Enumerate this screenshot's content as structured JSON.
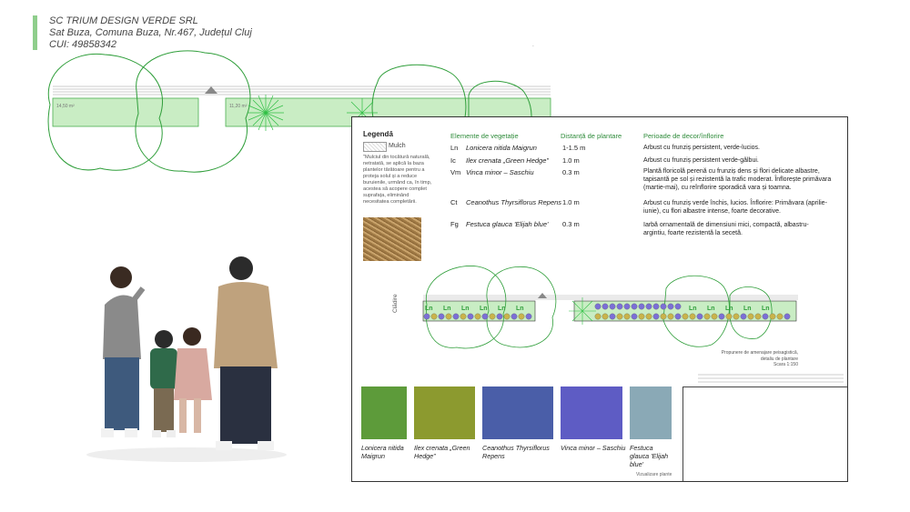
{
  "header": {
    "company": "SC TRIUM DESIGN VERDE SRL",
    "address": "Sat Buza, Comuna Buza, Nr.467, Județul Cluj",
    "cui": "CUI: 49858342"
  },
  "legend": {
    "title": "Legendă",
    "mulch_label": "Mulch",
    "mulch_note": "\"Mulciul din tocătură naturală, netratată, se aplică la baza plantelor târâtoare pentru a proteja solul și a reduce buruienile, urmând ca, în timp, acestea să acopere complet suprafața, eliminând necesitatea completării.",
    "headers": {
      "elements": "Elemente de vegetație",
      "distance": "Distanță de plantare",
      "period": "Perioade de decor/înflorire"
    },
    "rows": [
      {
        "code": "Ln",
        "name": "Lonicera nitida Maigrun",
        "distance": "1-1.5 m",
        "desc": "Arbust cu frunziș persistent, verde-lucios."
      },
      {
        "code": "Ic",
        "name": "Ilex crenata „Green Hedge”",
        "distance": "1.0 m",
        "desc": "Arbust cu frunziș persistent verde-gălbui."
      },
      {
        "code": "Vm",
        "name": "Vinca minor – Saschiu",
        "distance": "0.3 m",
        "desc": "Plantă floricolă perenă cu frunziș dens și flori delicate albastre, tapisantă pe sol și rezistentă la trafic moderat. Înflorește primăvara (martie-mai), cu reînflorire sporadică vara și toamna."
      },
      {
        "code": "Ct",
        "name": "Ceanothus Thyrsiflorus Repens",
        "distance": "1.0 m",
        "desc": "Arbust cu frunziș verde închis, lucios. Înflorire: Primăvara (aprilie-iunie), cu flori albastre intense, foarte decorative."
      },
      {
        "code": "Fg",
        "name": "Festuca glauca 'Elijah blue'",
        "distance": "0.3 m",
        "desc": "Iarbă ornamentală de dimensiuni mici, compactă, albastru-argintiu, foarte rezistentă la secetă."
      }
    ]
  },
  "plan": {
    "side_label": "Clădire",
    "bed_codes": [
      "Ln",
      "Ln",
      "Ln",
      "Ln",
      "Ln",
      "Ln",
      "Ln",
      "Ln",
      "Ln",
      "Ln",
      "Ln"
    ],
    "caption_line1": "Propunere de amenajare peisagistică,",
    "caption_line2": "detaliu de plantare",
    "scale": "Scara 1:150"
  },
  "photos": {
    "items": [
      {
        "caption": "Lonicera nitida Maigrun",
        "color": "#5d9b3a"
      },
      {
        "caption": "Ilex crenata „Green Hedge”",
        "color": "#8c9a2f"
      },
      {
        "caption": "Ceanothus Thyrsiflorus Repens",
        "color": "#4a5ea8"
      },
      {
        "caption": "Vinca minor – Saschiu",
        "color": "#5e5cc4"
      },
      {
        "caption": "Festuca glauca 'Elijah blue'",
        "color": "#8aa9b6"
      }
    ],
    "footer": "Vizualizare plante"
  },
  "colors": {
    "bed": "#c9edc4",
    "bed_border": "#4caf50",
    "tree": "#2f9e3a",
    "vinca": "#7b6fd6",
    "ilex": "#c9b44a",
    "accent": "#8fce8c"
  }
}
